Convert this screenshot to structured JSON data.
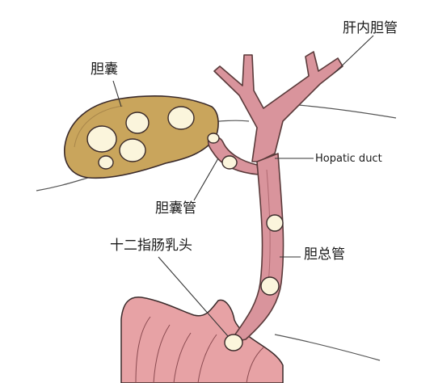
{
  "labels": {
    "intrahepatic_ducts": "肝内胆管",
    "gallbladder": "胆囊",
    "hepatic_duct": "Hopatic duct",
    "cystic_duct": "胆囊管",
    "duodenal_papilla": "十二指肠乳头",
    "common_bile_duct": "胆总管"
  },
  "colors": {
    "duct_fill": "#d9949c",
    "duct_outline": "#5a3a3a",
    "gallbladder_fill": "#c9a55c",
    "stone_fill": "#fbf5dc",
    "duodenum_fill": "#e7a2a5",
    "outline": "#3a2a2a"
  }
}
